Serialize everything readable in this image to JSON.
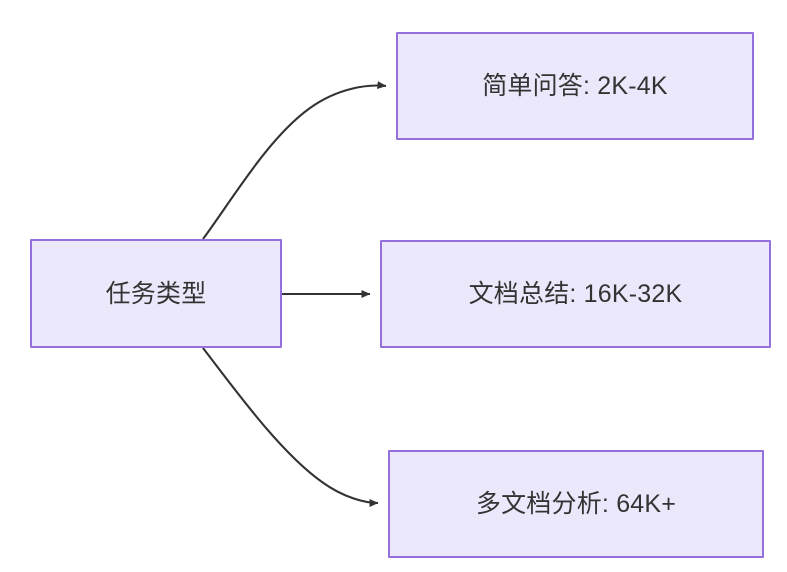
{
  "diagram": {
    "type": "flowchart",
    "direction": "left-to-right",
    "background_color": "#ffffff",
    "node_fill_color": "#ECE8FB",
    "node_border_color": "#9370DB",
    "node_text_color": "#333333",
    "edge_color": "#333333",
    "source_node": {
      "id": "task-type",
      "label": "任务类型"
    },
    "target_nodes": [
      {
        "id": "simple-qa",
        "label": "简单问答: 2K-4K",
        "edge_style": "curved-up"
      },
      {
        "id": "doc-summary",
        "label": "文档总结: 16K-32K",
        "edge_style": "straight"
      },
      {
        "id": "multi-doc-analysis",
        "label": "多文档分析: 64K+",
        "edge_style": "curved-down"
      }
    ]
  }
}
